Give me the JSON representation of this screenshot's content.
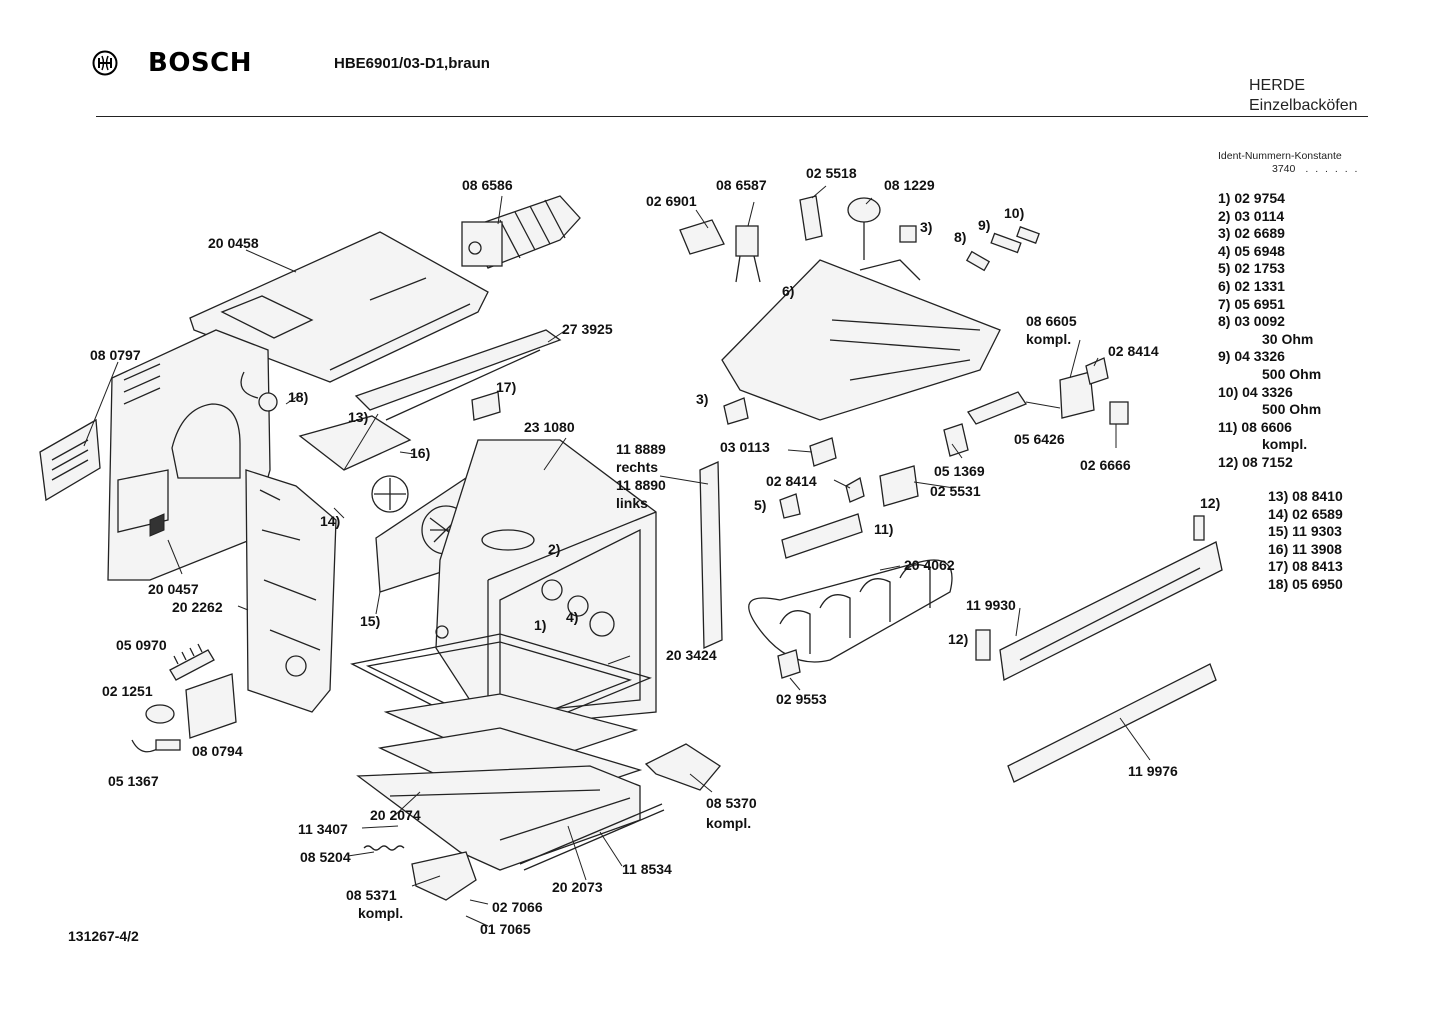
{
  "header": {
    "brand": "BOSCH",
    "model": "HBE6901/03-D1,braun",
    "category_line1": "HERDE",
    "category_line2": "Einzelbacköfen",
    "ident_label": "Ident-Nummern-Konstante",
    "ident_value": "3740",
    "ident_dots": ". .   . . . ."
  },
  "legend_a": [
    {
      "text": "1) 02 9754"
    },
    {
      "text": "2) 03 0114"
    },
    {
      "text": "3) 02 6689"
    },
    {
      "text": "4) 05 6948"
    },
    {
      "text": "5) 02 1753"
    },
    {
      "text": "6) 02 1331"
    },
    {
      "text": "7) 05 6951"
    },
    {
      "text": "8) 03 0092",
      "sub": "30 Ohm"
    },
    {
      "text": "9) 04 3326",
      "sub": "500 Ohm"
    },
    {
      "text": "10) 04 3326",
      "sub": "500 Ohm"
    },
    {
      "text": "11) 08 6606",
      "sub": "kompl."
    },
    {
      "text": "12) 08 7152"
    }
  ],
  "legend_b": [
    {
      "text": "13) 08 8410"
    },
    {
      "text": "14) 02 6589"
    },
    {
      "text": "15) 11 9303"
    },
    {
      "text": "16) 11 3908"
    },
    {
      "text": "17) 08 8413"
    },
    {
      "text": "18) 05 6950"
    }
  ],
  "callouts": {
    "c086586": "08 6586",
    "c200458": "20 0458",
    "c273925": "27 3925",
    "c080797": "08 0797",
    "c231080": "23 1080",
    "c118889": "11 8889",
    "rechts": "rechts",
    "c118890": "11 8890",
    "links": "links",
    "c200457": "20 0457",
    "c202262": "20 2262",
    "c050970": "05 0970",
    "c021251": "02 1251",
    "c080794": "08 0794",
    "c051367": "05 1367",
    "c203424": "20 3424",
    "c202074": "20 2074",
    "c113407": "11 3407",
    "c085204": "08 5204",
    "c085371": "08 5371",
    "kompl1": "kompl.",
    "c027066": "02 7066",
    "c017065": "01 7065",
    "c202073": "20 2073",
    "c118534": "11 8534",
    "c085370": "08 5370",
    "kompl2": "kompl.",
    "c026901": "02 6901",
    "c086587": "08 6587",
    "c025518": "02 5518",
    "c081229": "08 1229",
    "c086605": "08 6605",
    "kompl3": "kompl.",
    "c028414a": "02 8414",
    "c030113": "03 0113",
    "c028414b": "02 8414",
    "c051369": "05 1369",
    "c025531": "02 5531",
    "c056426": "05 6426",
    "c026666": "02 6666",
    "c204062": "20 4062",
    "c119930": "11 9930",
    "c029553": "02 9553",
    "c119976": "11 9976",
    "n1": "1)",
    "n2": "2)",
    "n3a": "3)",
    "n3b": "3)",
    "n4": "4)",
    "n5": "5)",
    "n6": "6)",
    "n8": "8)",
    "n9": "9)",
    "n10": "10)",
    "n11": "11)",
    "n12a": "12)",
    "n12b": "12)",
    "n13": "13)",
    "n14": "14)",
    "n15": "15)",
    "n16": "16)",
    "n17": "17)",
    "n18": "18)"
  },
  "footer": {
    "doc_id": "131267-4/2"
  }
}
